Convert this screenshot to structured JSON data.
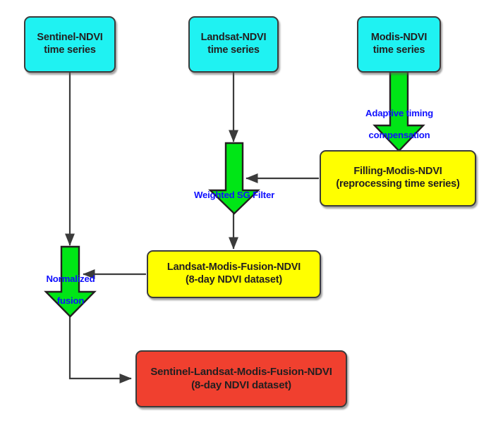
{
  "diagram": {
    "title": "NDVI time-series fusion workflow",
    "colors": {
      "source_box": "#1ff2f2",
      "intermediate_box": "#ffff00",
      "output_box": "#f0402f",
      "process_arrow": "#00e616",
      "connector": "#3b3b3b",
      "label_text": "#1010ff",
      "box_text": "#231f20",
      "background": "#ffffff"
    },
    "nodes": [
      {
        "id": "sentinel-ndvi",
        "kind": "source",
        "line1": "Sentinel-NDVI",
        "line2": "time series"
      },
      {
        "id": "landsat-ndvi",
        "kind": "source",
        "line1": "Landsat-NDVI",
        "line2": "time series"
      },
      {
        "id": "modis-ndvi",
        "kind": "source",
        "line1": "Modis-NDVI",
        "line2": "time series"
      },
      {
        "id": "filling-modis-ndvi",
        "kind": "intermediate",
        "line1": "Filling-Modis-NDVI",
        "line2": "(reprocessing time series)"
      },
      {
        "id": "landsat-modis-fusion-ndvi",
        "kind": "intermediate",
        "line1": "Landsat-Modis-Fusion-NDVI",
        "line2": "(8-day NDVI dataset)"
      },
      {
        "id": "sentinel-landsat-modis-fusion-ndvi",
        "kind": "output",
        "line1": "Sentinel-Landsat-Modis-Fusion-NDVI",
        "line2": "(8-day NDVI dataset)"
      }
    ],
    "process_labels": [
      {
        "id": "adaptive-timing-compensation",
        "line1": "Adaptive timing",
        "line2": "compensation"
      },
      {
        "id": "weighted-sg-filter",
        "line1": "Weighted SG Filter",
        "line2": ""
      },
      {
        "id": "normalized-fusion",
        "line1": "Normalized",
        "line2": "fusion"
      }
    ]
  }
}
